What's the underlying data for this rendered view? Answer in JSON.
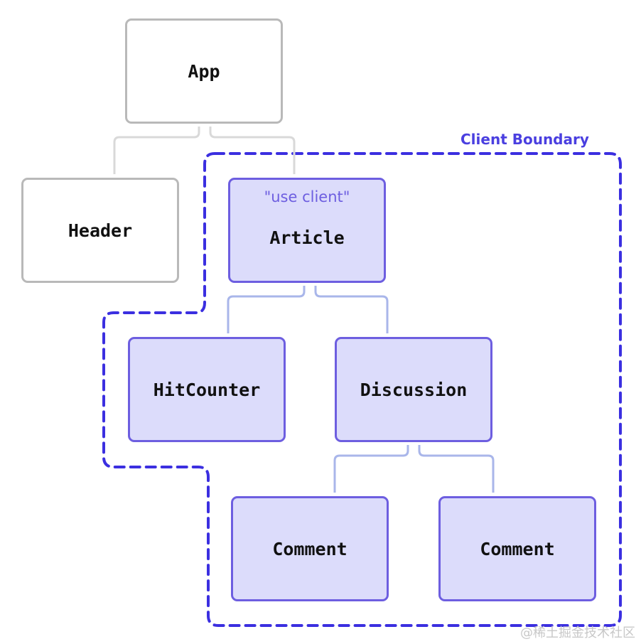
{
  "diagram": {
    "boundary_label": "Client Boundary",
    "nodes": {
      "app": {
        "label": "App",
        "kind": "server"
      },
      "header": {
        "label": "Header",
        "kind": "server"
      },
      "article": {
        "label": "Article",
        "kind": "client",
        "note": "\"use client\""
      },
      "hitcounter": {
        "label": "HitCounter",
        "kind": "client"
      },
      "discussion": {
        "label": "Discussion",
        "kind": "client"
      },
      "comment_1": {
        "label": "Comment",
        "kind": "client"
      },
      "comment_2": {
        "label": "Comment",
        "kind": "client"
      }
    },
    "edges": [
      {
        "from": "App",
        "to": "Header"
      },
      {
        "from": "App",
        "to": "Article"
      },
      {
        "from": "Article",
        "to": "HitCounter"
      },
      {
        "from": "Article",
        "to": "Discussion"
      },
      {
        "from": "Discussion",
        "to": "Comment"
      },
      {
        "from": "Discussion",
        "to": "Comment"
      }
    ],
    "colors": {
      "server_border": "#b9b9b9",
      "client_fill": "#dcdcfb",
      "client_border": "#6d5ee0",
      "boundary": "#3b2fe0",
      "server_edge": "#d9d9d9",
      "client_edge": "#a9b6ea"
    }
  },
  "watermark": "@稀土掘金技术社区"
}
